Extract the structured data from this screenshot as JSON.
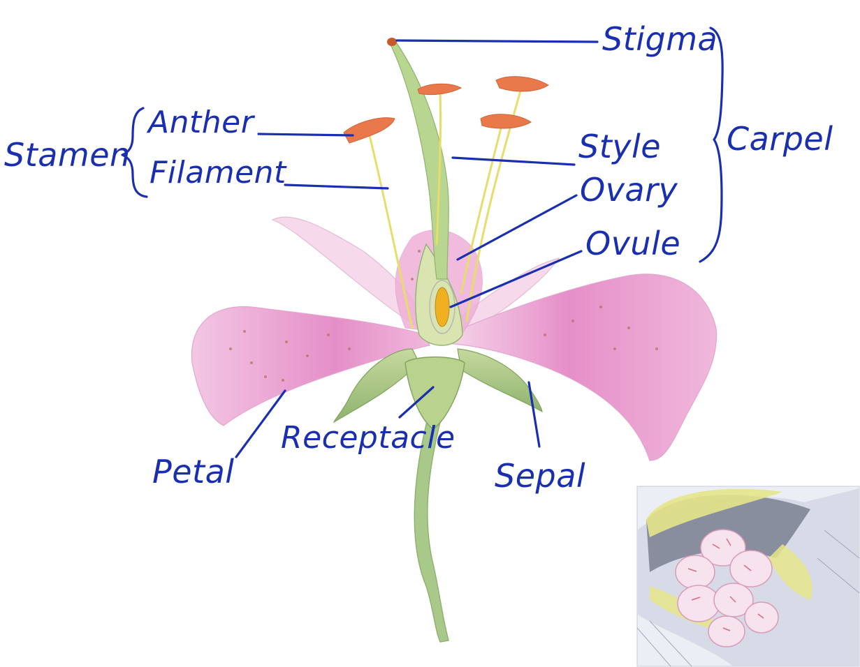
{
  "labels": {
    "stigma": "Stigma",
    "anther": "Anther",
    "stamen": "Stamen",
    "filament": "Filament",
    "style": "Style",
    "carpel": "Carpel",
    "ovary": "Ovary",
    "ovule": "Ovule",
    "petal": "Petal",
    "receptacle": "Receptacle",
    "sepal": "Sepal"
  },
  "colors": {
    "ink": "#1a2fb0",
    "petal": "#e58fc8",
    "petal_light": "#f3c7e4",
    "anther": "#e9784a",
    "filament": "#e8dc6a",
    "green": "#9cc07a",
    "ovule": "#f0b020"
  }
}
